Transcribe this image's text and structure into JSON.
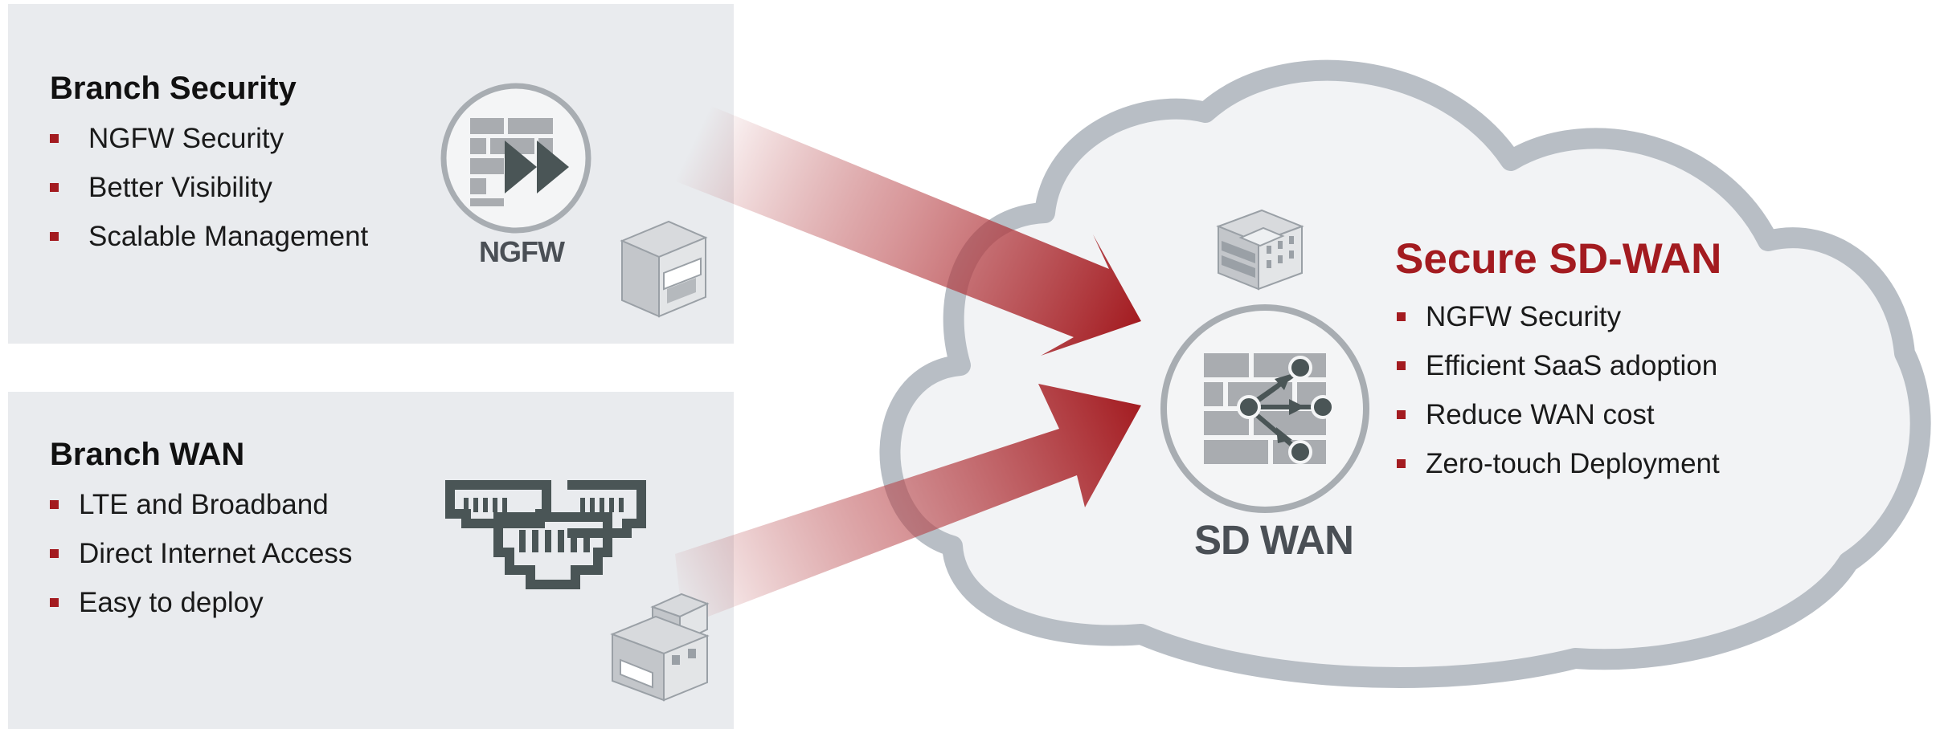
{
  "branch_security": {
    "title": "Branch Security",
    "items": [
      "NGFW Security",
      "Better Visibility",
      "Scalable Management"
    ],
    "icon_label": "NGFW"
  },
  "branch_wan": {
    "title": "Branch WAN",
    "items": [
      "LTE and Broadband",
      "Direct Internet Access",
      "Easy to deploy"
    ]
  },
  "secure_sdwan": {
    "title": "Secure SD-WAN",
    "items": [
      "NGFW Security",
      "Efficient SaaS adoption",
      "Reduce WAN cost",
      "Zero-touch Deployment"
    ],
    "icon_label": "SD WAN"
  },
  "colors": {
    "accent_red": "#a31b20",
    "panel_gray": "#e9ebee",
    "cloud_outline": "#b8bec5",
    "cloud_fill": "#f2f3f5",
    "icon_dark": "#4a5556"
  },
  "icons": [
    "firewall-icon",
    "building-icon",
    "sdwan-hub-icon",
    "ethernet-ports-icon",
    "house-icon",
    "office-building-icon"
  ]
}
